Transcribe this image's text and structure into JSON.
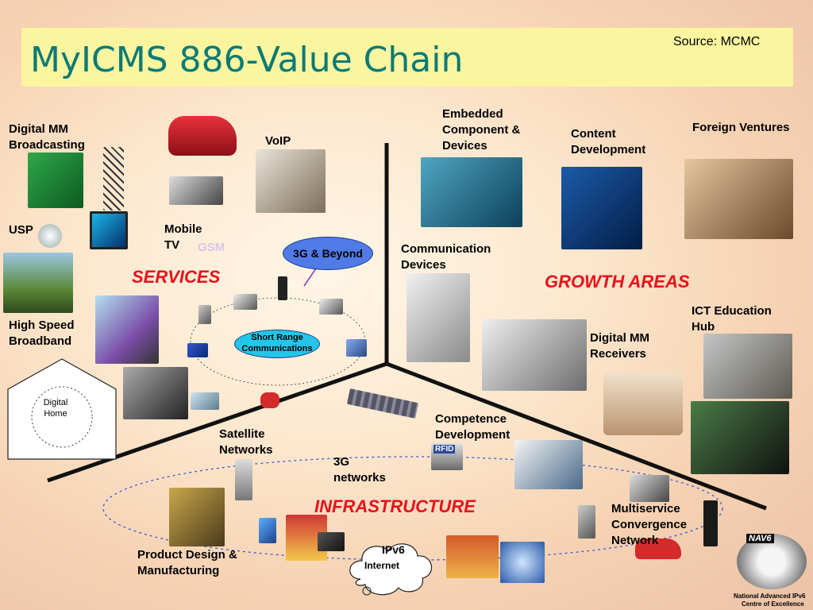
{
  "header": {
    "title": "MyICMS 886-Value Chain",
    "source": "Source: MCMC"
  },
  "sections": {
    "services": "SERVICES",
    "growth": "GROWTH AREAS",
    "infrastructure": "INFRASTRUCTURE"
  },
  "labels": {
    "digital_mm_broadcasting": "Digital MM Broadcasting",
    "voip": "VoIP",
    "usp": "USP",
    "mobile_tv": "Mobile TV",
    "gsm": "GSM",
    "three_g_beyond": "3G & Beyond",
    "high_speed_broadband": "High Speed Broadband",
    "short_range": "Short Range Communications",
    "digital_home": "Digital Home",
    "embedded": "Embedded Component & Devices",
    "content_development": "Content Development",
    "foreign_ventures": "Foreign Ventures",
    "communication_devices": "Communication Devices",
    "ict_education_hub": "ICT Education Hub",
    "digital_mm_receivers": "Digital MM Receivers",
    "competence_development": "Competence Development",
    "satellite_networks": "Satellite Networks",
    "three_g_networks": "3G networks",
    "rfid": "RFID",
    "multiservice": "Multiservice Convergence Network",
    "product_design": "Product Design & Manufacturing",
    "ipv6": "IPv6",
    "internet": "Internet"
  },
  "logo": {
    "line1": "National Advanced IPv6",
    "line2": "Centre of Excellence",
    "mark": "NAV6"
  },
  "colors": {
    "title": "#0b7a74",
    "section": "#e8101a",
    "title_bar": "#fbf5a0",
    "oval": "#3b55c8"
  }
}
